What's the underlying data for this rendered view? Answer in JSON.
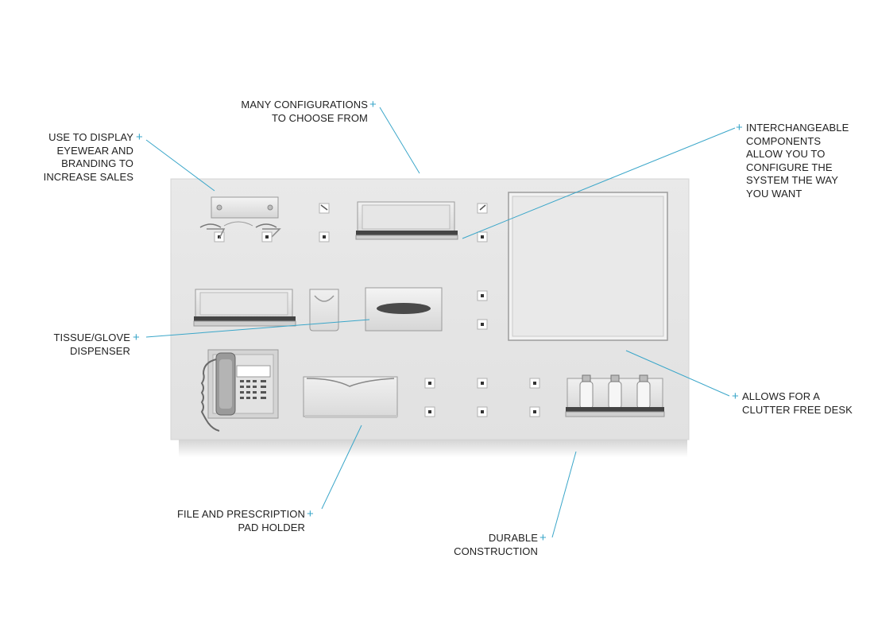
{
  "colors": {
    "accent": "#3aa6c9",
    "board": "#e6e6e6",
    "text": "#222222"
  },
  "plus_glyph": "+",
  "callouts": [
    {
      "id": "display",
      "lines": [
        "USE TO DISPLAY",
        "EYEWEAR AND",
        "BRANDING TO",
        "INCREASE SALES"
      ]
    },
    {
      "id": "configurations",
      "lines": [
        "MANY CONFIGURATIONS",
        "TO CHOOSE FROM"
      ]
    },
    {
      "id": "interchangeable",
      "lines": [
        "INTERCHANGEABLE",
        "COMPONENTS",
        "ALLOW YOU TO",
        "CONFIGURE THE",
        "SYSTEM THE WAY",
        "YOU WANT"
      ]
    },
    {
      "id": "tissue",
      "lines": [
        "TISSUE/GLOVE",
        "DISPENSER"
      ]
    },
    {
      "id": "clutter",
      "lines": [
        "ALLOWS FOR A",
        "CLUTTER FREE DESK"
      ]
    },
    {
      "id": "file",
      "lines": [
        "FILE AND PRESCRIPTION",
        "PAD HOLDER"
      ]
    },
    {
      "id": "durable",
      "lines": [
        "DURABLE",
        "CONSTRUCTION"
      ]
    }
  ]
}
